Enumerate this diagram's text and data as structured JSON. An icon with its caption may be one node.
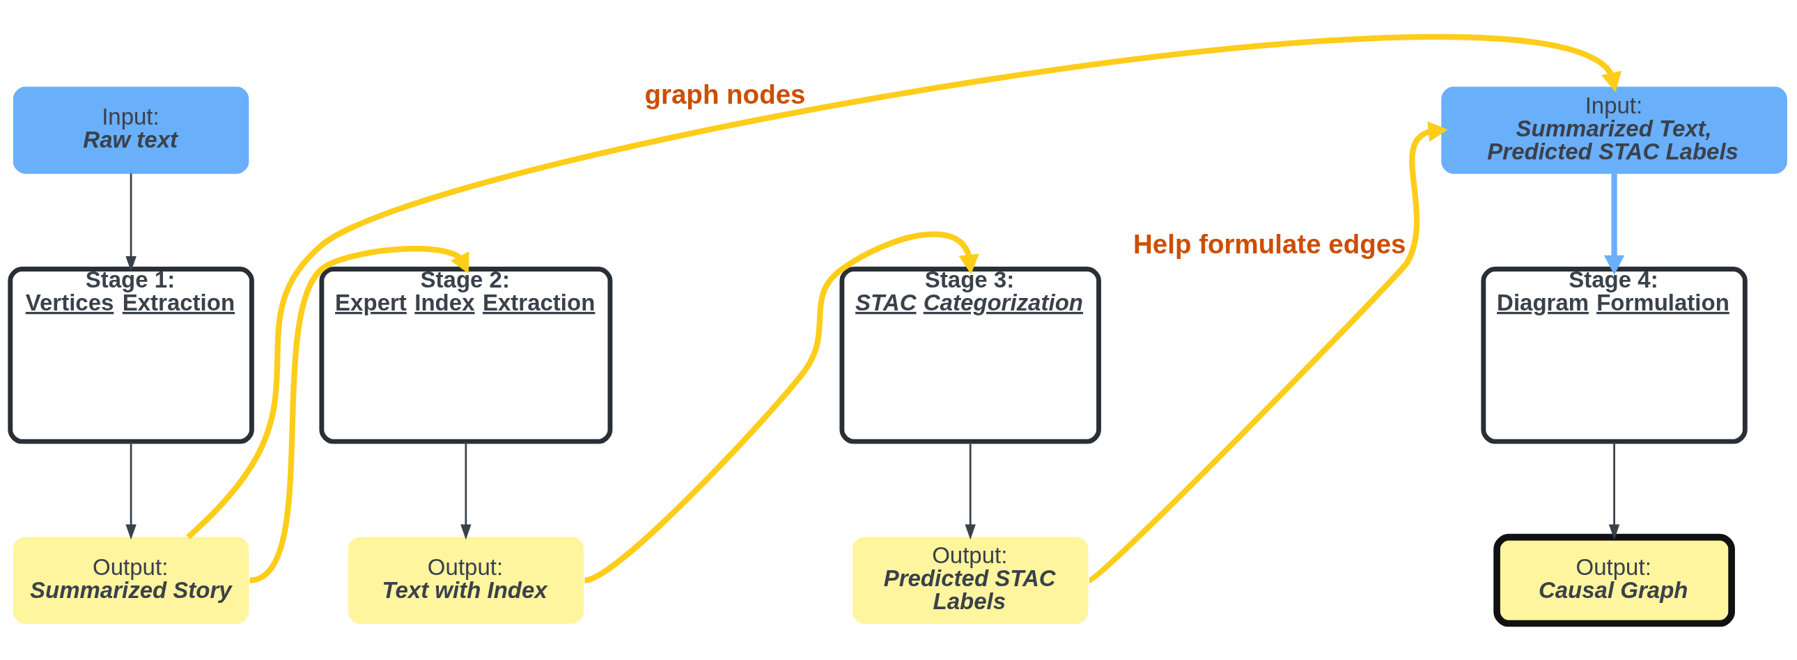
{
  "diagram": {
    "nodes": [
      {
        "text": [
          "Input:",
          "Raw text"
        ]
      },
      {
        "text": [
          "Stage 1:",
          "Vertices Extraction"
        ]
      },
      {
        "text": [
          "Output:",
          "Summarized Story"
        ]
      },
      {
        "text": [
          "Stage 2:",
          "Expert Index Extraction"
        ]
      },
      {
        "text": [
          "Output:",
          "Text with Index"
        ]
      },
      {
        "text": [
          "Stage 3:",
          "STAC Categorization"
        ]
      },
      {
        "text": [
          "Output:",
          "Predicted STAC Labels"
        ]
      },
      {
        "text": [
          "Input:",
          "Summarized Text, Predicted STAC Labels"
        ]
      },
      {
        "text": [
          "Stage 4:",
          "Diagram Formulation"
        ]
      },
      {
        "text": [
          "Output:",
          "Causal Graph"
        ]
      }
    ],
    "edges": [
      {
        "from": 0,
        "to": 1,
        "arrow": "to"
      },
      {
        "from": 1,
        "to": 2,
        "arrow": "to"
      },
      {
        "from": 2,
        "to": 3,
        "arrow": "to",
        "style": "thick",
        "color": "#fdcd1a"
      },
      {
        "from": 3,
        "to": 4,
        "arrow": "to"
      },
      {
        "from": 4,
        "to": 5,
        "arrow": "to",
        "style": "thick",
        "color": "#fdcd1a"
      },
      {
        "from": 5,
        "to": 6,
        "arrow": "to"
      },
      {
        "from": 6,
        "to": 7,
        "arrow": "to",
        "label": "Help formulate edges",
        "style": "thick",
        "color": "#fdcd1a"
      },
      {
        "from": 2,
        "to": 7,
        "arrow": "to",
        "label": "graph nodes",
        "style": "thick",
        "color": "#fdcd1a"
      },
      {
        "from": 7,
        "to": 8,
        "arrow": "to",
        "style": "thick",
        "color": "#6aaffa"
      },
      {
        "from": 8,
        "to": 9,
        "arrow": "to"
      }
    ]
  }
}
